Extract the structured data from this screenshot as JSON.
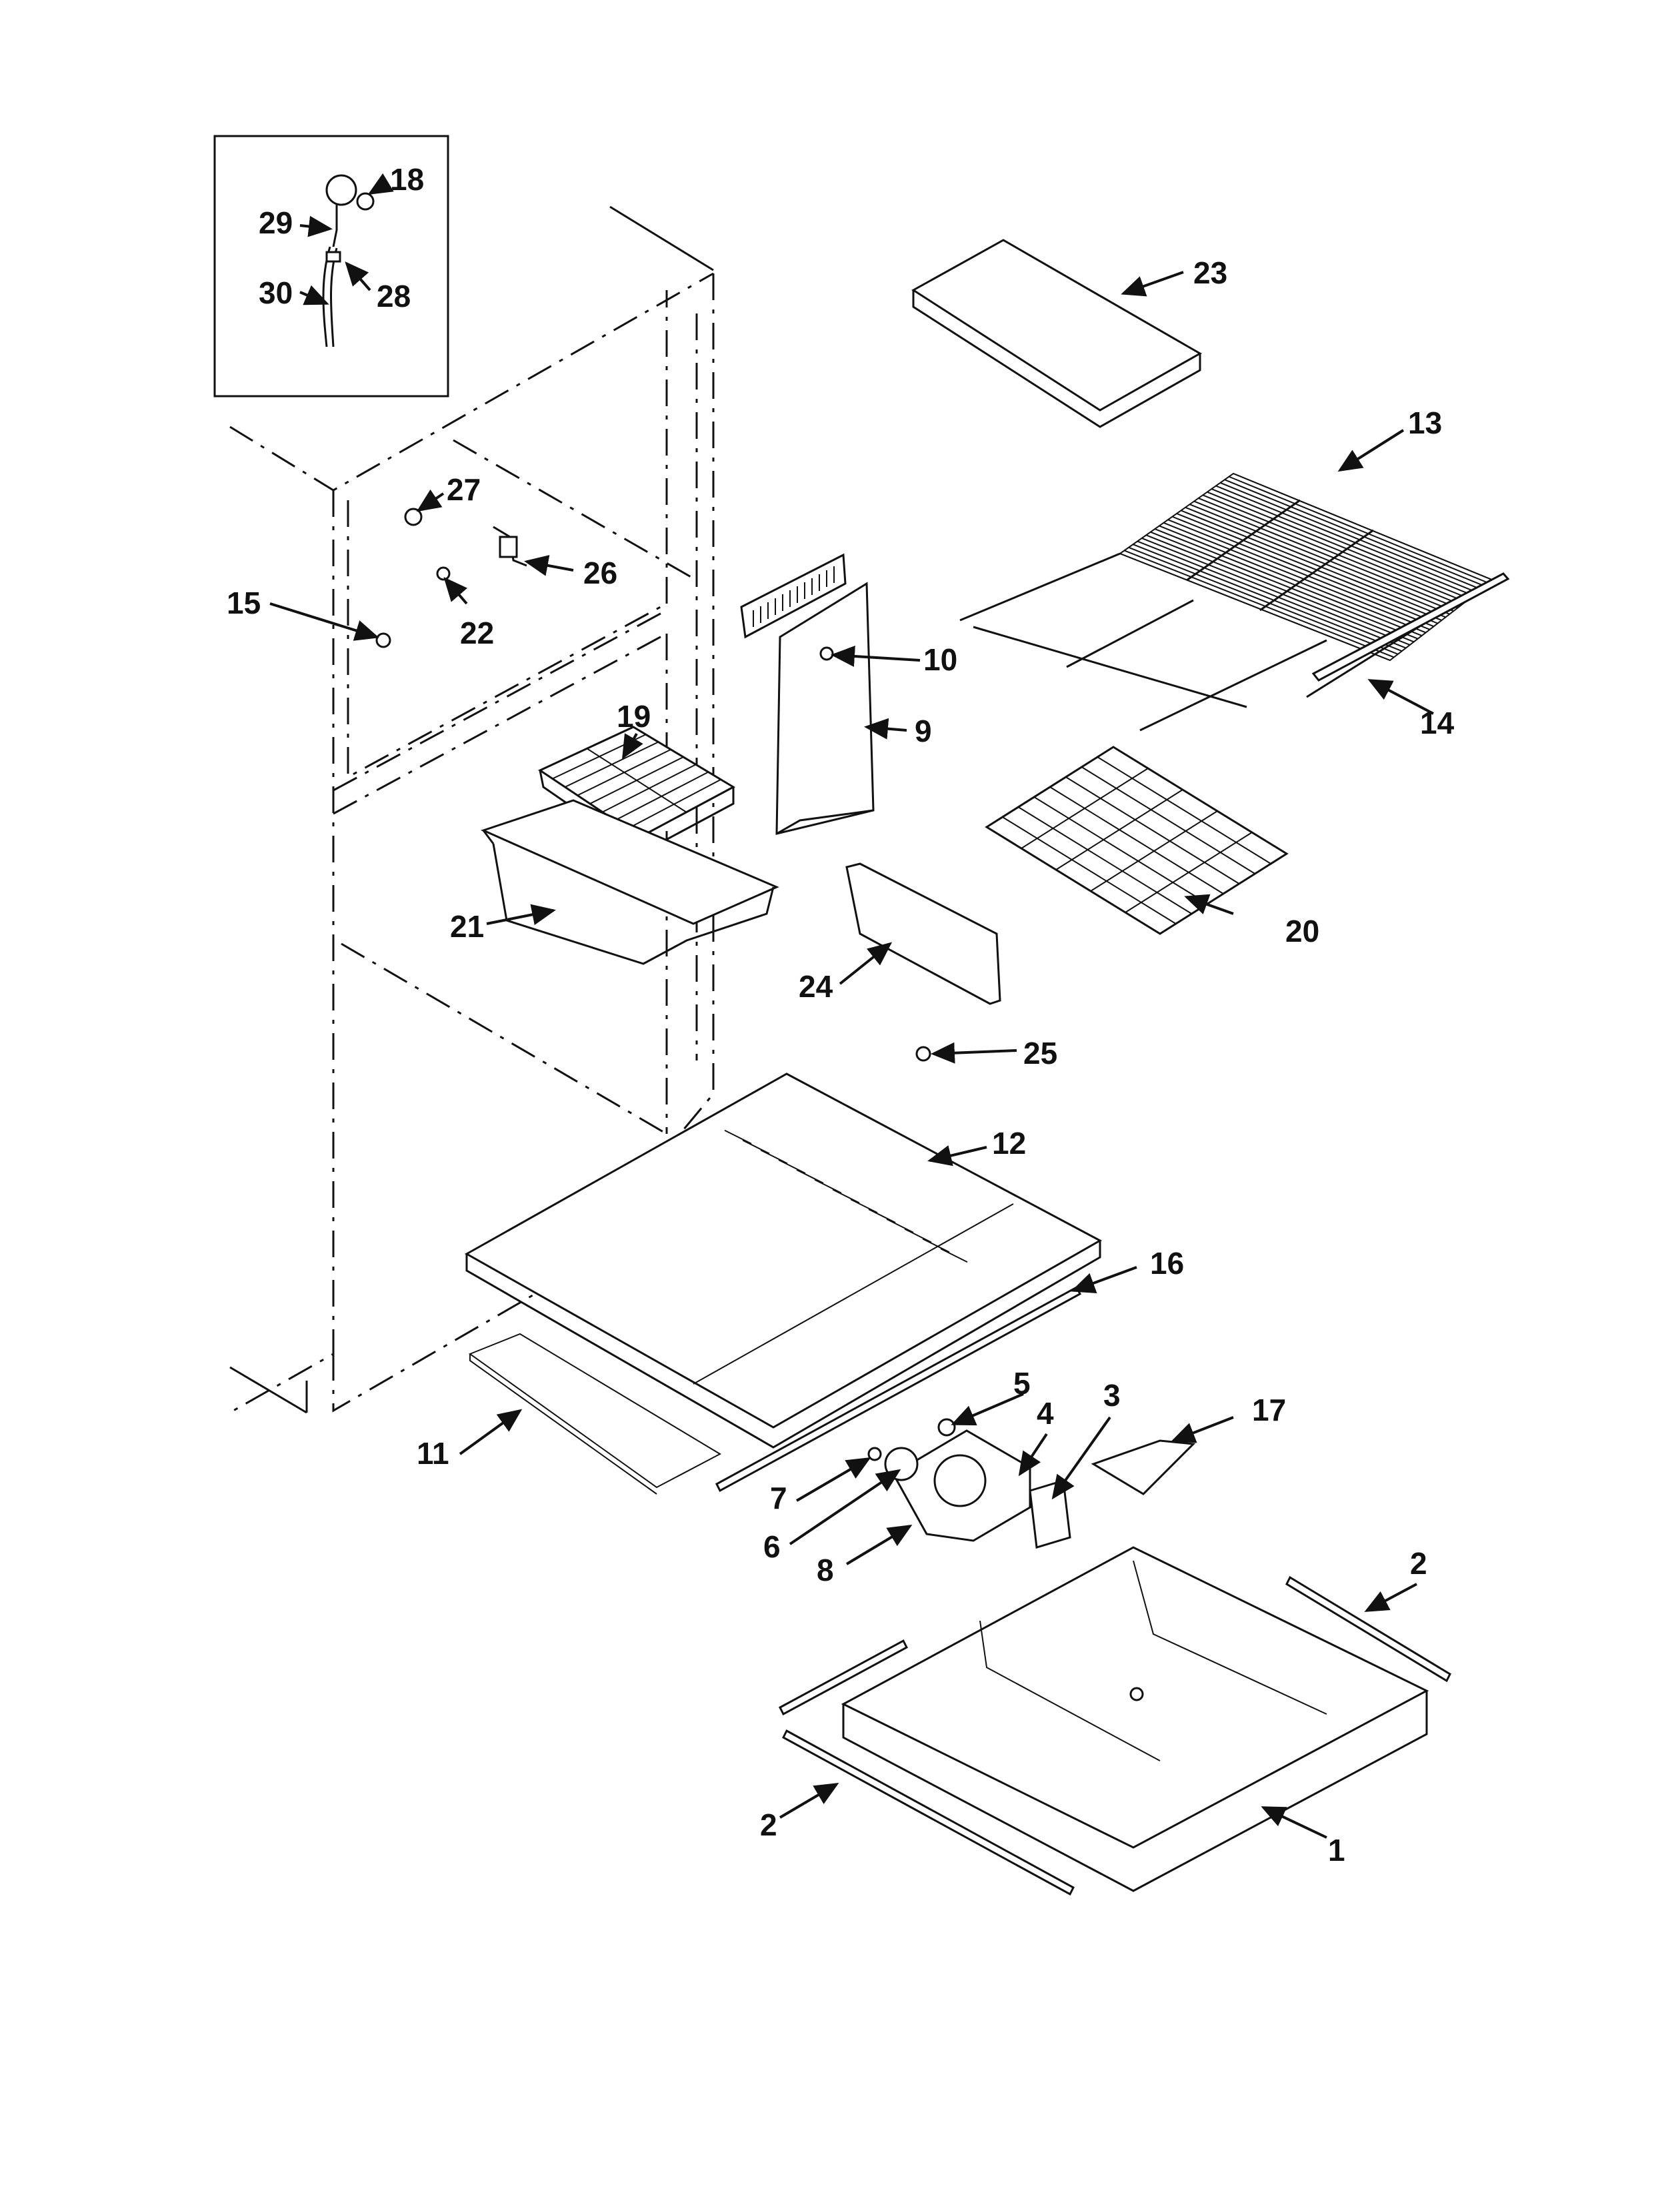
{
  "diagram": {
    "callouts": [
      {
        "id": "c1",
        "text": "1"
      },
      {
        "id": "c2a",
        "text": "2"
      },
      {
        "id": "c2b",
        "text": "2"
      },
      {
        "id": "c3",
        "text": "3"
      },
      {
        "id": "c4",
        "text": "4"
      },
      {
        "id": "c5",
        "text": "5"
      },
      {
        "id": "c6",
        "text": "6"
      },
      {
        "id": "c7",
        "text": "7"
      },
      {
        "id": "c8",
        "text": "8"
      },
      {
        "id": "c9",
        "text": "9"
      },
      {
        "id": "c10",
        "text": "10"
      },
      {
        "id": "c11",
        "text": "11"
      },
      {
        "id": "c12",
        "text": "12"
      },
      {
        "id": "c13",
        "text": "13"
      },
      {
        "id": "c14",
        "text": "14"
      },
      {
        "id": "c15",
        "text": "15"
      },
      {
        "id": "c16",
        "text": "16"
      },
      {
        "id": "c17",
        "text": "17"
      },
      {
        "id": "c18",
        "text": "18"
      },
      {
        "id": "c19",
        "text": "19"
      },
      {
        "id": "c20",
        "text": "20"
      },
      {
        "id": "c21",
        "text": "21"
      },
      {
        "id": "c22",
        "text": "22"
      },
      {
        "id": "c23",
        "text": "23"
      },
      {
        "id": "c24",
        "text": "24"
      },
      {
        "id": "c25",
        "text": "25"
      },
      {
        "id": "c26",
        "text": "26"
      },
      {
        "id": "c27",
        "text": "27"
      },
      {
        "id": "c28",
        "text": "28"
      },
      {
        "id": "c29",
        "text": "29"
      },
      {
        "id": "c30",
        "text": "30"
      }
    ]
  }
}
